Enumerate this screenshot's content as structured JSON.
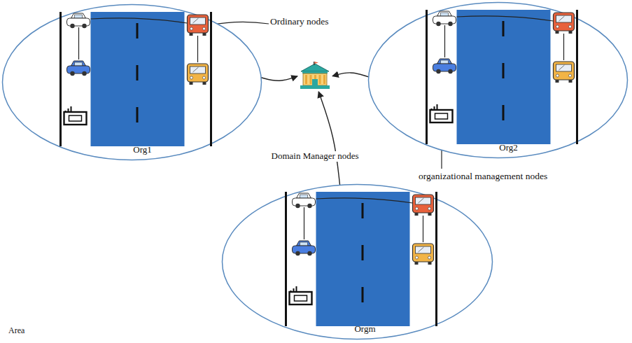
{
  "diagram": {
    "nodes": [
      {
        "text": [
          "Org1"
        ]
      },
      {
        "text": [
          "Org2"
        ]
      },
      {
        "text": [
          "Domain Manager nodes"
        ]
      },
      {
        "text": [
          "Orgm"
        ]
      }
    ],
    "edges": [
      {
        "from": 0,
        "to": 2,
        "arrow": "to"
      },
      {
        "from": 1,
        "to": 2,
        "arrow": "to"
      },
      {
        "from": 3,
        "to": 2,
        "arrow": "to"
      }
    ],
    "labels": [
      "Ordinary nodes",
      "organizational management nodes",
      "Area"
    ]
  }
}
